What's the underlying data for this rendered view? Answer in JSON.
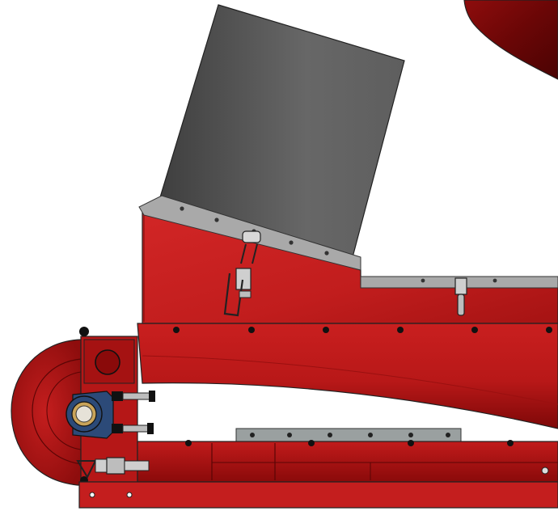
{
  "drawing": {
    "subject": "",
    "colors": {
      "frame_red": "#c41e1e",
      "frame_red_dark": "#8e0d0d",
      "frame_red_deep": "#6a0606",
      "hopper_grey": "#5a5a5a",
      "hopper_grey_light": "#7c7c7c",
      "bracket_grey": "#a9a9a9",
      "bolt_black": "#111111",
      "bearing_blue": "#2c4a78",
      "bearing_brass": "#c9a45a",
      "outline": "#222222"
    },
    "components": [
      {
        "id": "hopper-plate",
        "icon": "hopper-plate-icon"
      },
      {
        "id": "mounting-flange",
        "icon": "flange-icon"
      },
      {
        "id": "upper-toggle-latch",
        "icon": "latch-icon"
      },
      {
        "id": "rear-toggle-latch",
        "icon": "latch-icon"
      },
      {
        "id": "lower-toggle-latch",
        "icon": "latch-icon"
      },
      {
        "id": "drum-housing",
        "icon": "drum-icon"
      },
      {
        "id": "pillow-block-bearing",
        "icon": "bearing-icon"
      },
      {
        "id": "conveyor-body",
        "icon": "conveyor-icon"
      },
      {
        "id": "base-rail",
        "icon": "rail-icon"
      },
      {
        "id": "slotted-bracket",
        "icon": "bracket-icon"
      },
      {
        "id": "upper-round-housing",
        "icon": "housing-icon"
      }
    ]
  }
}
